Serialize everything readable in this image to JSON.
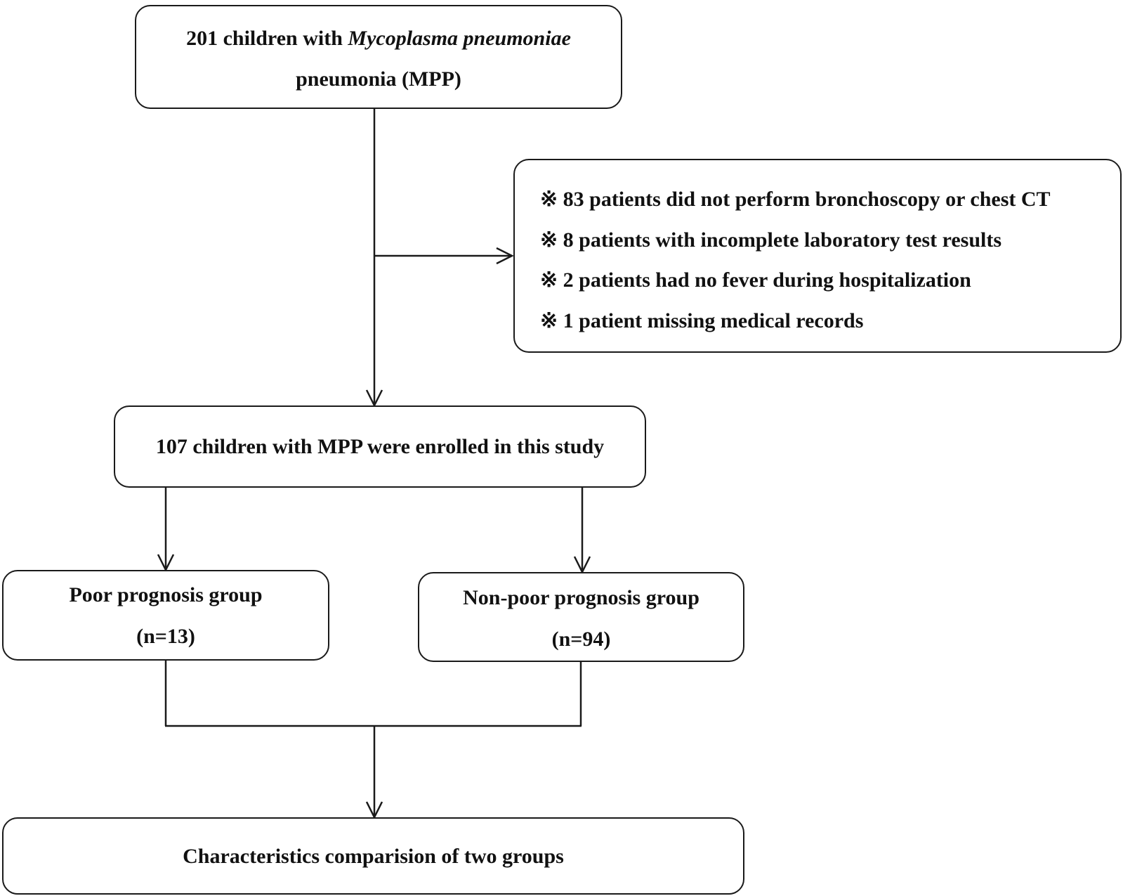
{
  "top_box": {
    "line1_prefix": "201 children with ",
    "line1_italic": "Mycoplasma pneumoniae",
    "line2": "pneumonia (MPP)"
  },
  "exclusion_box": {
    "items": [
      "※ 83 patients did not perform bronchoscopy or chest CT",
      "※ 8 patients with incomplete laboratory test results",
      "※ 2 patients had no fever during hospitalization",
      "※ 1 patient missing medical records"
    ]
  },
  "enrolled_box": {
    "label": "107 children with MPP were enrolled in this study"
  },
  "poor_group_box": {
    "label": "Poor prognosis group",
    "count": "(n=13)"
  },
  "nonpoor_group_box": {
    "label": "Non-poor prognosis group",
    "count": "(n=94)"
  },
  "comparison_box": {
    "label": "Characteristics comparision of two groups"
  }
}
